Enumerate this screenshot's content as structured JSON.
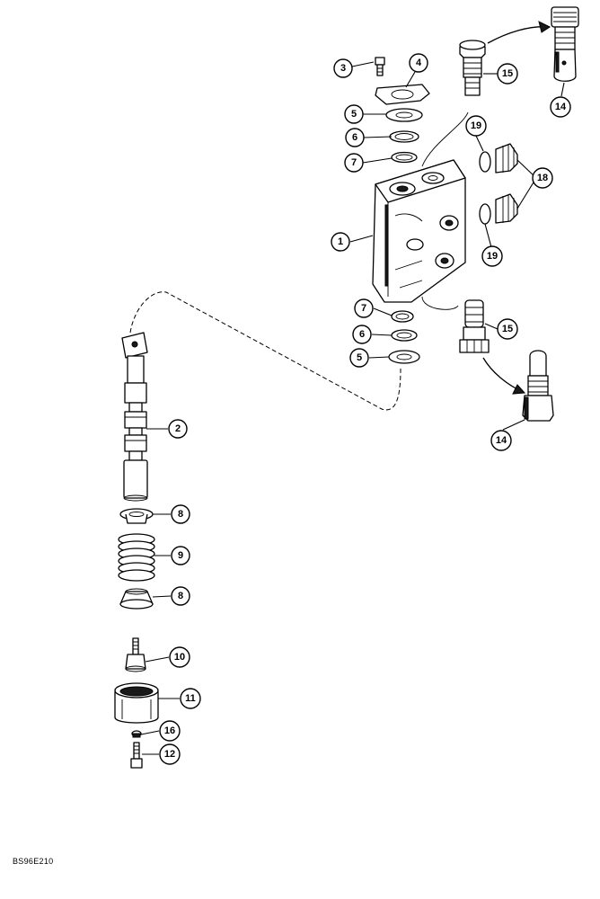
{
  "figure_code": "BS96E210",
  "callouts": {
    "c1": "1",
    "c2": "2",
    "c3": "3",
    "c4": "4",
    "c5a": "5",
    "c5b": "5",
    "c6a": "6",
    "c6b": "6",
    "c7a": "7",
    "c7b": "7",
    "c8a": "8",
    "c8b": "8",
    "c9": "9",
    "c10": "10",
    "c11": "11",
    "c12": "12",
    "c14a": "14",
    "c14b": "14",
    "c15a": "15",
    "c15b": "15",
    "c16": "16",
    "c18": "18",
    "c19a": "19",
    "c19b": "19"
  }
}
